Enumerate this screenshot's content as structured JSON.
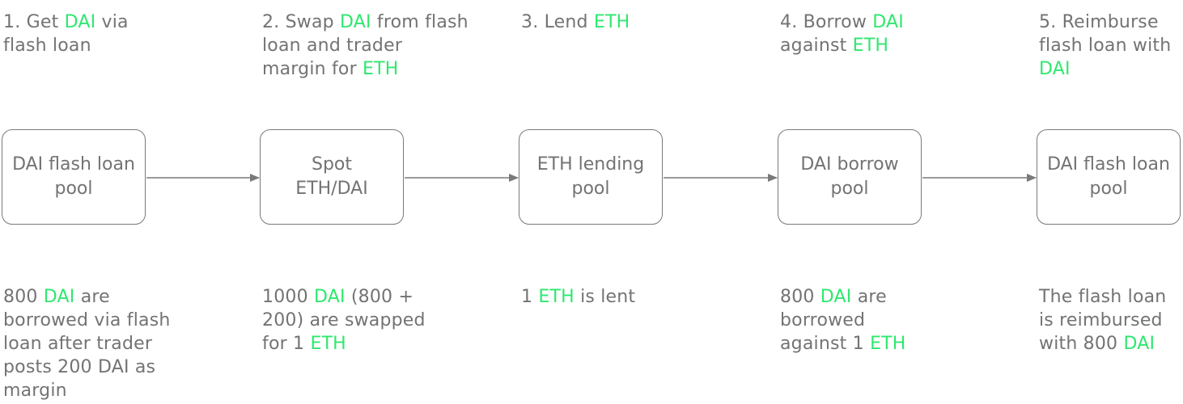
{
  "steps": [
    {
      "title": [
        {
          "t": "1. Get "
        },
        {
          "t": "DAI",
          "hl": true
        },
        {
          "t": " via flash loan"
        }
      ],
      "box": "DAI flash loan pool",
      "desc": [
        {
          "t": "800 "
        },
        {
          "t": "DAI",
          "hl": true
        },
        {
          "t": " are borrowed via flash loan after trader posts 200 DAI as margin"
        }
      ]
    },
    {
      "title": [
        {
          "t": "2. Swap "
        },
        {
          "t": "DAI",
          "hl": true
        },
        {
          "t": " from flash loan and trader margin for "
        },
        {
          "t": "ETH",
          "hl": true
        }
      ],
      "box": "Spot ETH/DAI",
      "desc": [
        {
          "t": "1000 "
        },
        {
          "t": "DAI",
          "hl": true
        },
        {
          "t": " (800 + 200) are swapped for 1 "
        },
        {
          "t": "ETH",
          "hl": true
        }
      ]
    },
    {
      "title": [
        {
          "t": "3. Lend "
        },
        {
          "t": "ETH",
          "hl": true
        }
      ],
      "box": "ETH lending pool",
      "desc": [
        {
          "t": "1 "
        },
        {
          "t": "ETH",
          "hl": true
        },
        {
          "t": " is lent"
        }
      ]
    },
    {
      "title": [
        {
          "t": "4. Borrow "
        },
        {
          "t": "DAI",
          "hl": true
        },
        {
          "t": " against "
        },
        {
          "t": "ETH",
          "hl": true
        }
      ],
      "box": "DAI borrow pool",
      "desc": [
        {
          "t": "800 "
        },
        {
          "t": "DAI",
          "hl": true
        },
        {
          "t": " are borrowed against 1 "
        },
        {
          "t": "ETH",
          "hl": true
        }
      ]
    },
    {
      "title": [
        {
          "t": "5. Reimburse flash loan with "
        },
        {
          "t": "DAI",
          "hl": true
        }
      ],
      "box": "DAI flash loan pool",
      "desc": [
        {
          "t": "The flash loan is reimbursed with 800 "
        },
        {
          "t": "DAI",
          "hl": true
        }
      ]
    }
  ],
  "colors": {
    "text": "#737373",
    "highlight": "#2ee86e",
    "box_border": "#7a7a7a",
    "arrow": "#7a7a7a"
  }
}
